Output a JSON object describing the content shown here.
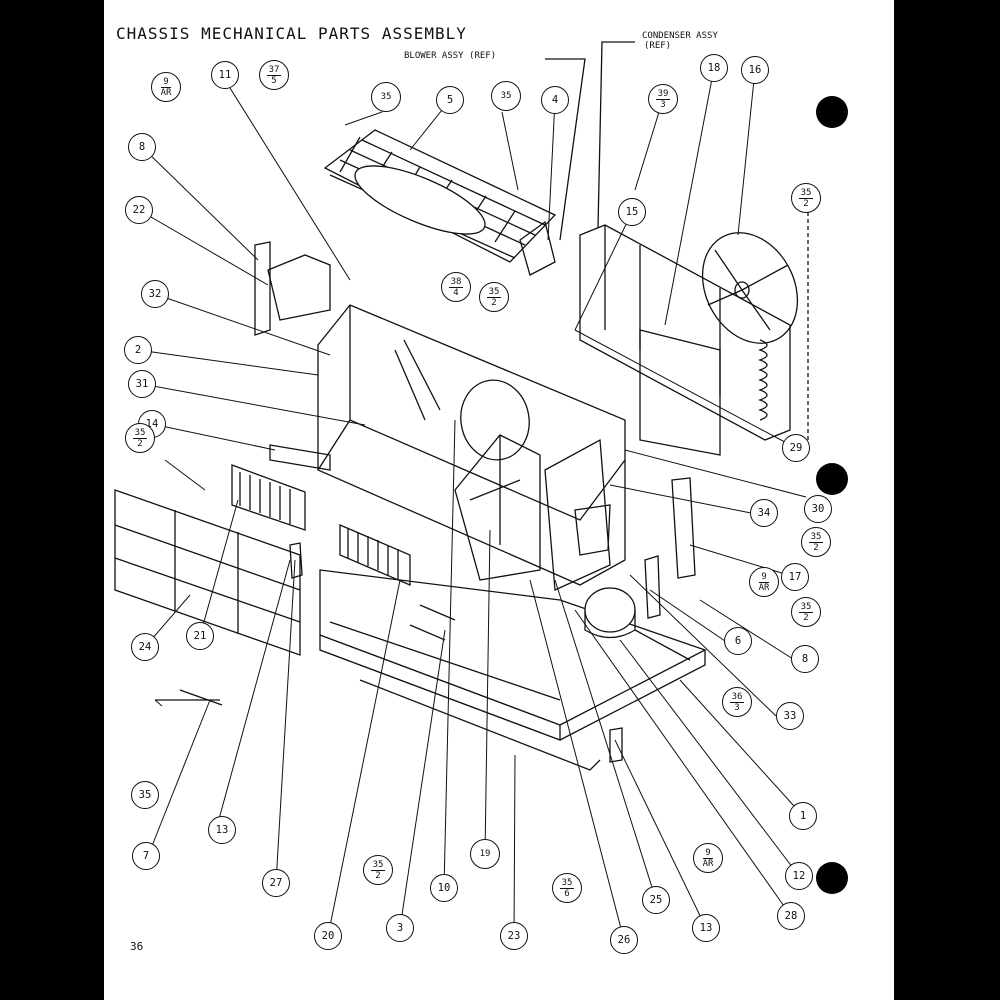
{
  "title": "CHASSIS MECHANICAL PARTS ASSEMBLY",
  "page_number": "36",
  "callouts": {
    "condenser_assy": "CONDENSER ASSY",
    "condenser_ref": "(REF)",
    "blower_assy": "BLOWER ASSY (REF)"
  },
  "part_numbers": [
    "11",
    "5",
    "4",
    "18",
    "16",
    "8",
    "22",
    "15",
    "32",
    "2",
    "31",
    "14",
    "29",
    "30",
    "34",
    "17",
    "24",
    "21",
    "6",
    "8",
    "33",
    "35",
    "7",
    "13",
    "27",
    "20",
    "3",
    "10",
    "23",
    "26",
    "25",
    "13",
    "28",
    "12",
    "1"
  ],
  "ref_numbers": [
    {
      "top": "9",
      "bottom": "AR"
    },
    {
      "top": "37",
      "bottom": "5"
    },
    {
      "top": "35",
      "bottom": ""
    },
    {
      "top": "35",
      "bottom": ""
    },
    {
      "top": "39",
      "bottom": "3"
    },
    {
      "top": "35",
      "bottom": "2"
    },
    {
      "top": "38",
      "bottom": "4"
    },
    {
      "top": "35",
      "bottom": "2"
    },
    {
      "top": "35",
      "bottom": "2"
    },
    {
      "top": "35",
      "bottom": "2"
    },
    {
      "top": "9",
      "bottom": "AR"
    },
    {
      "top": "35",
      "bottom": "2"
    },
    {
      "top": "36",
      "bottom": "3"
    },
    {
      "top": "9",
      "bottom": "AR"
    },
    {
      "top": "35",
      "bottom": "2"
    },
    {
      "top": "35",
      "bottom": "6"
    },
    {
      "top": "19",
      "bottom": ""
    }
  ]
}
